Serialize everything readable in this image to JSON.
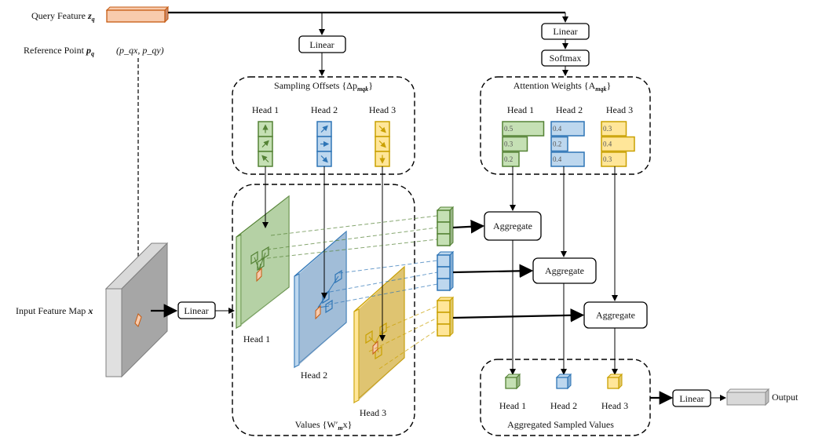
{
  "labels": {
    "query_feature": "Query Feature",
    "query_symbol": "z",
    "query_sub": "q",
    "reference_point": "Reference Point",
    "reference_symbol": "p",
    "reference_sub": "q",
    "reference_coords_full": "(p_qx, p_qy)",
    "input_feature_map": "Input Feature Map",
    "input_symbol": "x",
    "output": "Output"
  },
  "ops": {
    "linear": "Linear",
    "softmax": "Softmax",
    "aggregate": "Aggregate"
  },
  "groups": {
    "sampling_offsets": "Sampling Offsets {Δp",
    "sampling_offsets_sub": "mqk",
    "attention_weights": "Attention Weights {A",
    "attention_weights_sub": "mqk",
    "values": "Values {W′",
    "values_sub": "m",
    "values_tail": "x}",
    "aggregated": "Aggregated Sampled Values"
  },
  "heads": [
    "Head 1",
    "Head 2",
    "Head 3"
  ],
  "attention_weights": [
    [
      "0.5",
      "0.3",
      "0.2"
    ],
    [
      "0.4",
      "0.2",
      "0.4"
    ],
    [
      "0.3",
      "0.4",
      "0.3"
    ]
  ],
  "colors": {
    "head1_fill": "#c5e0b4",
    "head1_stroke": "#548235",
    "head2_fill": "#bdd7ee",
    "head2_stroke": "#2e75b6",
    "head3_fill": "#ffe699",
    "head3_stroke": "#c9a000",
    "query_fill": "#f8cbad",
    "query_stroke": "#c55a11",
    "feature_map": "#a6a6a6"
  }
}
